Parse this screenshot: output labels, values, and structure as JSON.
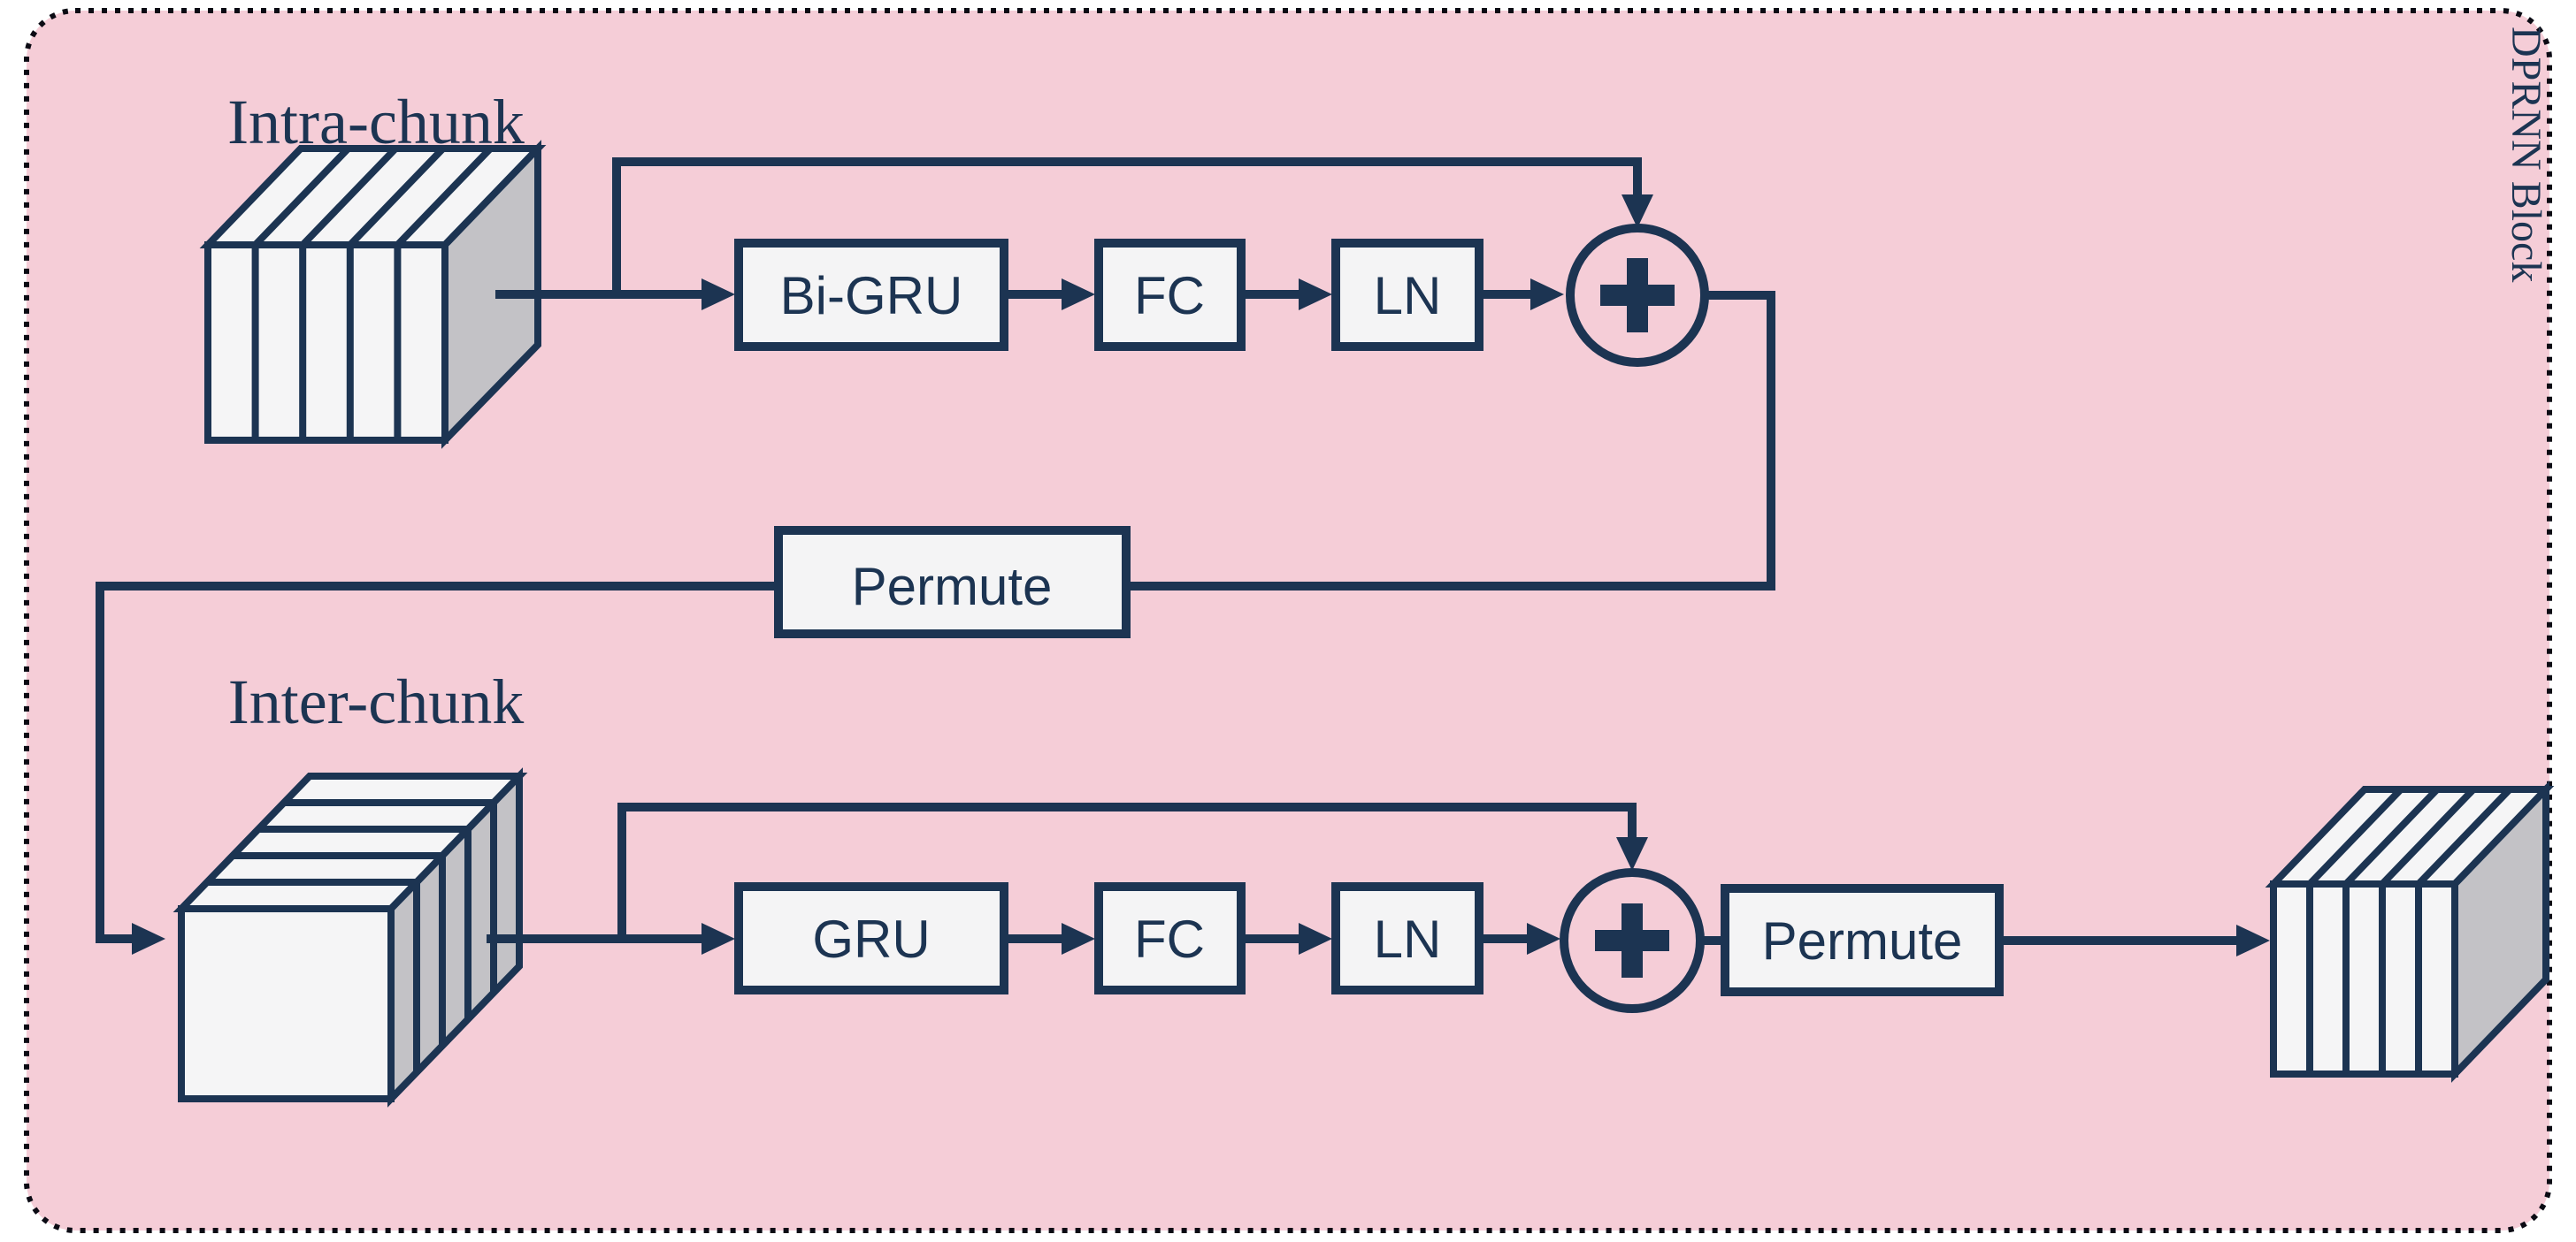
{
  "colors": {
    "background": "#ffffff",
    "panel_pink": "#f5cdd7",
    "navy": "#1c3452",
    "box_fill": "#f4f4f5",
    "cube_side_gray": "#c3c2c6",
    "cube_face": "#f5f5f6",
    "border_dot": "#0b0b14"
  },
  "labels": {
    "block_title": "DPRNN Block",
    "intra": "Intra-chunk",
    "inter": "Inter-chunk",
    "bigru": "Bi-GRU",
    "fc_top": "FC",
    "ln_top": "LN",
    "gru": "GRU",
    "fc_bottom": "FC",
    "ln_bottom": "LN",
    "permute_mid": "Permute",
    "permute_bottom": "Permute",
    "sum_top": "+",
    "sum_bottom": "+"
  }
}
